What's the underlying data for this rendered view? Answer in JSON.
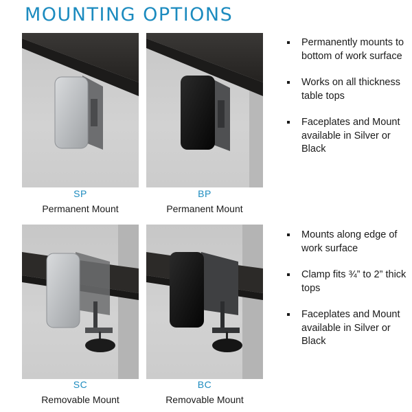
{
  "title": "MOUNTING OPTIONS",
  "mounts": [
    {
      "code": "SP",
      "label": "Permanent Mount",
      "type": "permanent",
      "finish": "silver"
    },
    {
      "code": "BP",
      "label": "Permanent Mount",
      "type": "permanent",
      "finish": "black"
    },
    {
      "code": "SC",
      "label": "Removable Mount",
      "type": "clamp",
      "finish": "silver"
    },
    {
      "code": "BC",
      "label": "Removable Mount",
      "type": "clamp",
      "finish": "black"
    }
  ],
  "permanent_features": [
    "Permanently mounts to bottom of work surface",
    "Works on all thickness table tops",
    "Faceplates and Mount available in Silver or Black"
  ],
  "clamp_features": [
    "Mounts along edge of work surface",
    "Clamp fits ¾” to 2” thick tops",
    "Faceplates and Mount available in Silver or Black"
  ],
  "colors": {
    "accent": "#1c8bbf",
    "silver_plate": "#b9bcbf",
    "black_plate": "#111111",
    "desk_top": "#2f2d2b"
  }
}
